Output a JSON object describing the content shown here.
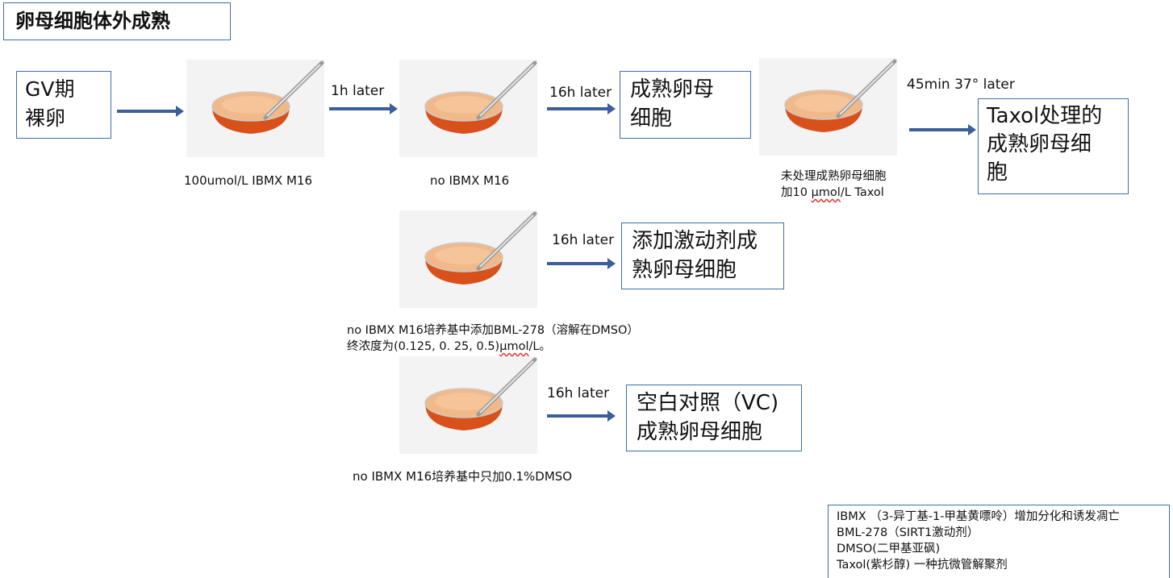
{
  "title": "卵母细胞体外成熟",
  "boxes": {
    "gv": "GV期\n裸卵",
    "mature": "成熟卵母\n细胞",
    "taxol": "Taxol处理的\n成熟卵母细\n胞",
    "agonist": "添加激动剂成\n熟卵母细胞",
    "vc": "空白对照（VC)\n成熟卵母细胞"
  },
  "arrows": {
    "a1": "",
    "a2": "1h later",
    "a3": "16h later",
    "a4": "45min 37° later",
    "a5": "16h later",
    "a6": "16h later"
  },
  "captions": {
    "dish1": "100umol/L IBMX M16",
    "dish2": "no IBMX M16",
    "dish3_line1": "未处理成熟卵母细胞",
    "dish3_line2_pre": "加10 ",
    "dish3_line2_unit": "μmol",
    "dish3_line2_post": "/L Taxol",
    "dish4_line1": "no IBMX M16培养基中添加BML-278（溶解在DMSO）",
    "dish4_line2_pre": "终浓度为(0.125,  0. 25, 0.5)",
    "dish4_line2_unit": "μmol",
    "dish4_line2_post": "/L。",
    "dish5": "no IBMX M16培养基中只加0.1%DMSO"
  },
  "legend": [
    "IBMX （3-异丁基-1-甲基黄嘌呤）增加分化和诱发凋亡",
    "BML-278（SIRT1激动剂）",
    "DMSO(二甲基亚砜)",
    "Taxol(紫杉醇) 一种抗微管解聚剂"
  ],
  "colors": {
    "box_border": "#3b6fa8",
    "arrow": "#3b5f9a",
    "medium": "#e0661e"
  },
  "icons": [
    "petri-dish-with-pipette"
  ]
}
